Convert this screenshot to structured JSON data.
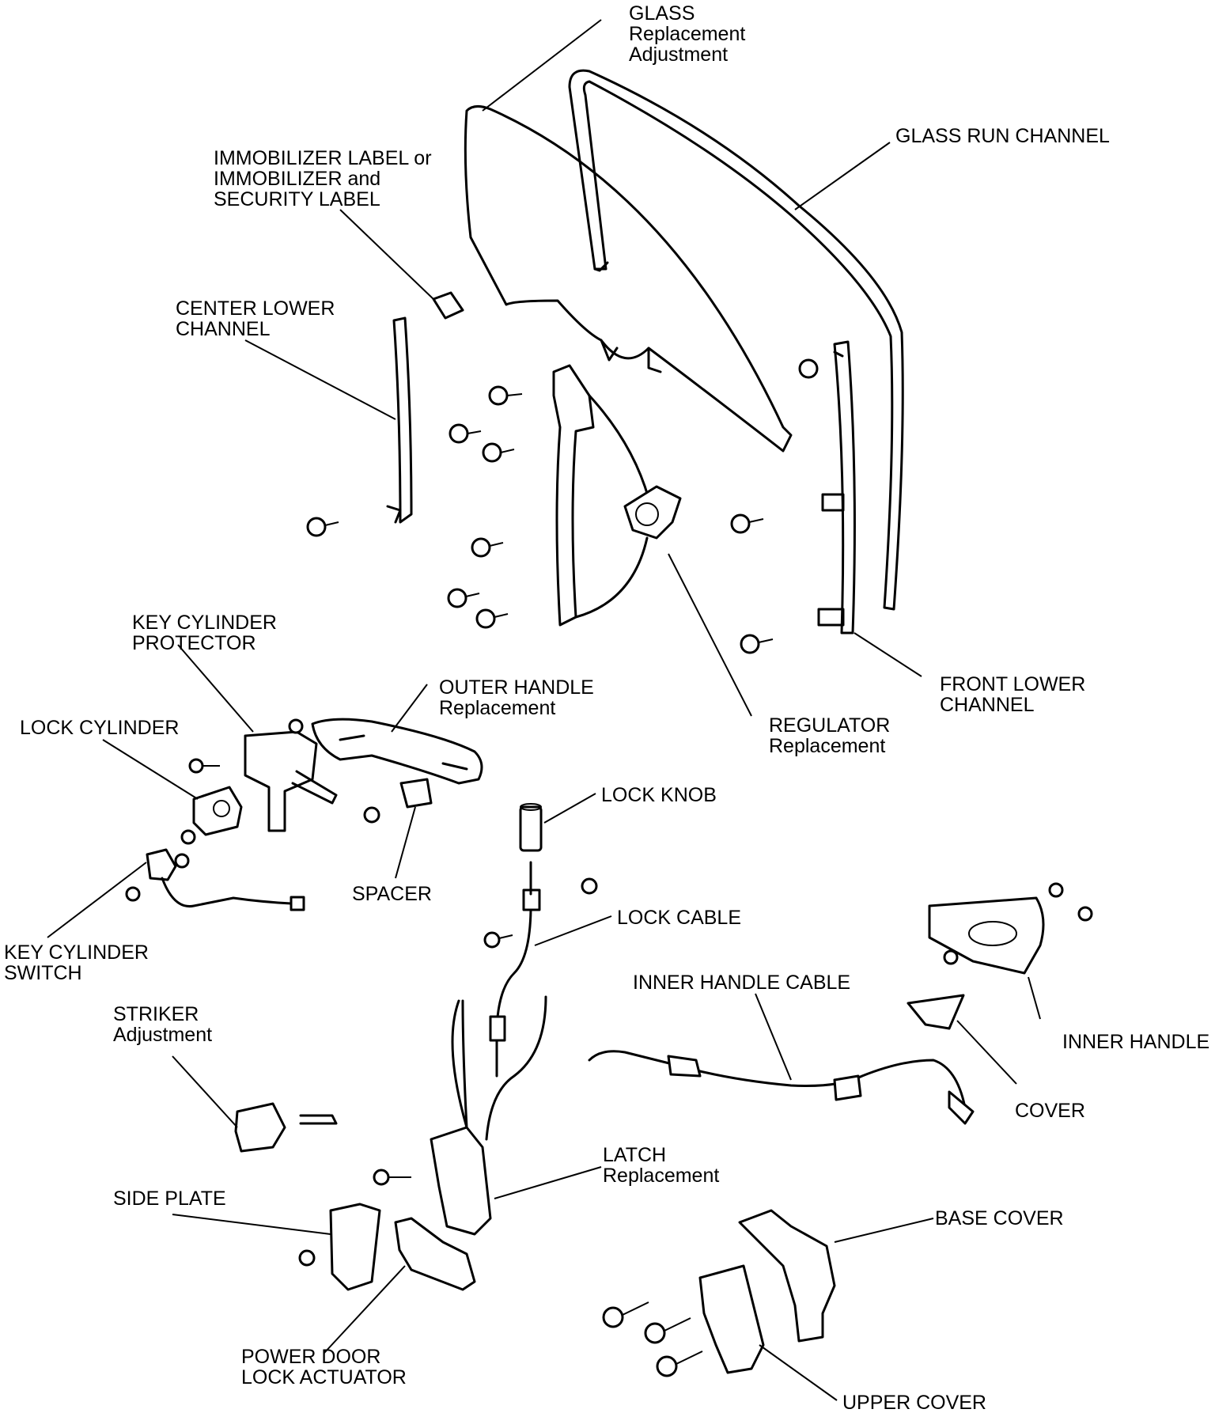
{
  "labels": {
    "glass": [
      "GLASS",
      "Replacement",
      "Adjustment"
    ],
    "glass_run_channel": [
      "GLASS RUN CHANNEL"
    ],
    "immobilizer_label": [
      "IMMOBILIZER LABEL or",
      "IMMOBILIZER and",
      "SECURITY LABEL"
    ],
    "center_lower_channel": [
      "CENTER LOWER",
      "CHANNEL"
    ],
    "key_cylinder_protector": [
      "KEY CYLINDER",
      "PROTECTOR"
    ],
    "outer_handle": [
      "OUTER HANDLE",
      "Replacement"
    ],
    "lock_cylinder": [
      "LOCK CYLINDER"
    ],
    "regulator": [
      "REGULATOR",
      "Replacement"
    ],
    "front_lower_channel": [
      "FRONT LOWER",
      "CHANNEL"
    ],
    "lock_knob": [
      "LOCK KNOB"
    ],
    "spacer": [
      "SPACER"
    ],
    "lock_cable": [
      "LOCK CABLE"
    ],
    "key_cylinder_switch": [
      "KEY CYLINDER",
      "SWITCH"
    ],
    "inner_handle_cable": [
      "INNER HANDLE CABLE"
    ],
    "inner_handle": [
      "INNER HANDLE"
    ],
    "striker": [
      "STRIKER",
      "Adjustment"
    ],
    "cover": [
      "COVER"
    ],
    "latch": [
      "LATCH",
      "Replacement"
    ],
    "side_plate": [
      "SIDE PLATE"
    ],
    "base_cover": [
      "BASE COVER"
    ],
    "power_door_lock_actuator": [
      "POWER DOOR",
      "LOCK ACTUATOR"
    ],
    "upper_cover": [
      "UPPER COVER"
    ]
  }
}
